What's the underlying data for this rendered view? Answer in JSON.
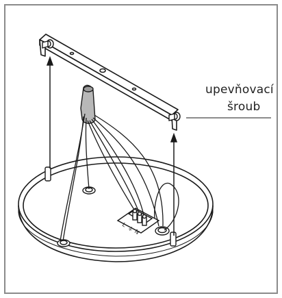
{
  "callout": {
    "line1": "upevňovací",
    "line2": "šroub"
  },
  "terminal": {
    "left": "L",
    "middle": "⏚",
    "right": "N"
  },
  "colors": {
    "frame": "#8a8a8a",
    "stroke": "#1a1a1a",
    "cap": "#b8b8b8",
    "background": "#ffffff"
  }
}
